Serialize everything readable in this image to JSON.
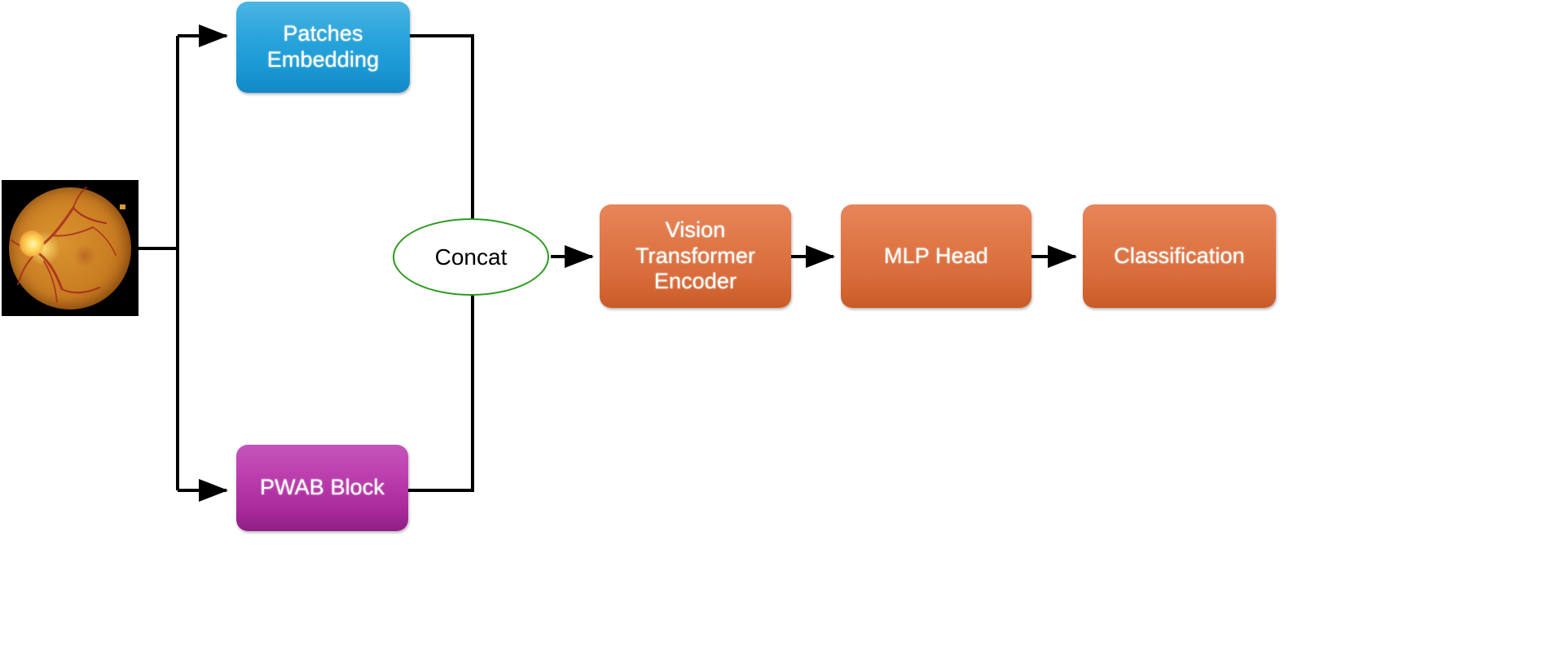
{
  "diagram": {
    "title": "PWAB Vision Transformer classification pipeline",
    "background_color": "#ffffff",
    "wire_color": "#000000",
    "nodes": {
      "input_image": {
        "label": "retinal-fundus-photograph",
        "type": "image",
        "background_color": "#000000"
      },
      "patches_embedding": {
        "label_line1": "Patches",
        "label_line2": "Embedding",
        "color": "#1b9ad6",
        "shape": "rounded-rectangle"
      },
      "pwab_block": {
        "label": "PWAB Block",
        "color": "#ab2c9d",
        "shape": "rounded-rectangle"
      },
      "concat": {
        "label": "Concat",
        "outline_color": "#2e9b1f",
        "fill_color": "#ffffff",
        "text_color": "#000000",
        "shape": "ellipse"
      },
      "vision_transformer_encoder": {
        "label_line1": "Vision",
        "label_line2": "Transformer",
        "label_line3": "Encoder",
        "color": "#d96c3b",
        "shape": "rounded-rectangle"
      },
      "mlp_head": {
        "label": "MLP Head",
        "color": "#d96c3b",
        "shape": "rounded-rectangle"
      },
      "classification": {
        "label": "Classification",
        "color": "#d96c3b",
        "shape": "rounded-rectangle"
      }
    },
    "edges": [
      {
        "id": "img-to-split",
        "from": "input_image",
        "to": "split-junction",
        "arrow": false
      },
      {
        "id": "split-to-patches",
        "from": "split-junction",
        "to": "patches_embedding",
        "arrow": true
      },
      {
        "id": "split-to-pwab",
        "from": "split-junction",
        "to": "pwab_block",
        "arrow": true
      },
      {
        "id": "patches-to-concat",
        "from": "patches_embedding",
        "to": "concat",
        "arrow": false
      },
      {
        "id": "pwab-to-concat",
        "from": "pwab_block",
        "to": "concat",
        "arrow": false
      },
      {
        "id": "concat-to-vit",
        "from": "concat",
        "to": "vision_transformer_encoder",
        "arrow": true
      },
      {
        "id": "vit-to-mlp",
        "from": "vision_transformer_encoder",
        "to": "mlp_head",
        "arrow": true
      },
      {
        "id": "mlp-to-classify",
        "from": "mlp_head",
        "to": "classification",
        "arrow": true
      }
    ]
  }
}
